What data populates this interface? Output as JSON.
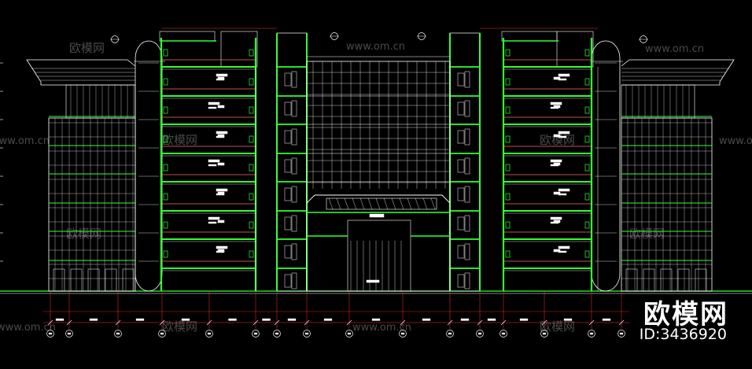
{
  "watermark": {
    "site": "www.om.cn",
    "brand": "欧模网"
  },
  "badge": {
    "logo": "欧模网",
    "id": "ID:3436920"
  },
  "colors": {
    "background": "#000000",
    "line": "#ffffff",
    "floor": "#33ff33",
    "slab": "#ff6a6a",
    "dims": "#ff3030",
    "axis": "#ff3b3b",
    "watermark": "#4a4a4a"
  },
  "drawing": {
    "floors": 7,
    "axis_count": 16
  }
}
